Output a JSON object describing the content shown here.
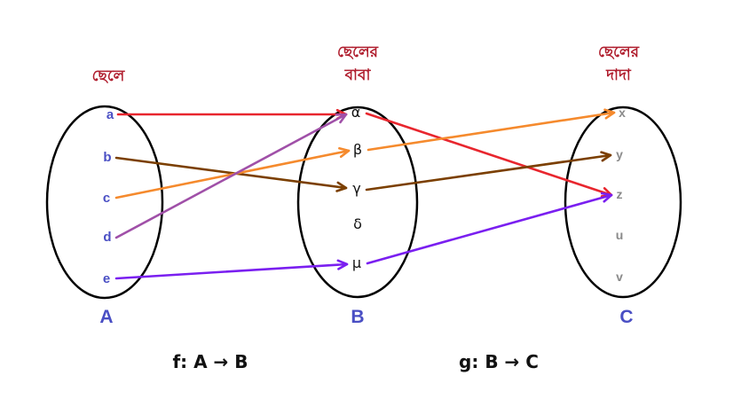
{
  "sets": {
    "A": {
      "name": "A",
      "header": [
        "ছেলে"
      ],
      "elements": [
        "a",
        "b",
        "c",
        "d",
        "e"
      ]
    },
    "B": {
      "name": "B",
      "header": [
        "ছেলের",
        "বাবা"
      ],
      "elements": [
        "α",
        "β",
        "γ",
        "δ",
        "μ"
      ]
    },
    "C": {
      "name": "C",
      "header": [
        "ছেলের",
        "দাদা"
      ],
      "elements": [
        "x",
        "y",
        "z",
        "u",
        "v"
      ]
    }
  },
  "functions": {
    "f": "f: A → B",
    "g": "g: B → C"
  },
  "mappings": [
    {
      "from": "a",
      "to": "α",
      "color": "#e8262e"
    },
    {
      "from": "b",
      "to": "γ",
      "color": "#7b3f00"
    },
    {
      "from": "c",
      "to": "β",
      "color": "#f58a2d"
    },
    {
      "from": "d",
      "to": "α",
      "color": "#a050a8"
    },
    {
      "from": "e",
      "to": "μ",
      "color": "#7a1ff0"
    },
    {
      "from": "α",
      "to": "z",
      "color": "#e8262e"
    },
    {
      "from": "β",
      "to": "x",
      "color": "#f58a2d"
    },
    {
      "from": "γ",
      "to": "y",
      "color": "#7b3f00"
    },
    {
      "from": "μ",
      "to": "z",
      "color": "#7a1ff0"
    }
  ]
}
